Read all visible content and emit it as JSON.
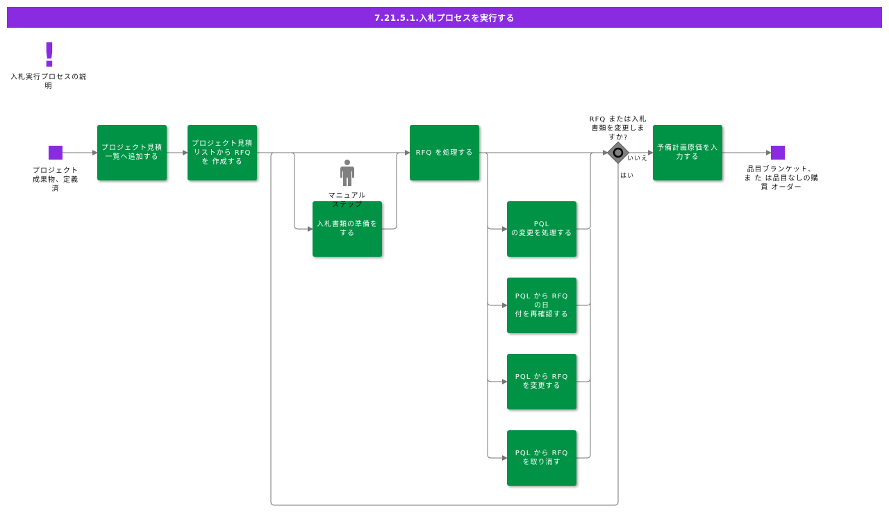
{
  "header": {
    "title": "7.21.5.1.入札プロセスを実行する"
  },
  "description": {
    "label": "入札実行プロセスの説\n明",
    "icon": "exclamation-icon"
  },
  "events": {
    "start_label": "プロジェクト\n成果物、定義\n済",
    "end_label": "品目ブランケット、\nま た は品目なしの購\n買 オーダー"
  },
  "tasks": {
    "add_to_list": "プロジェクト見積\n一覧へ追加する",
    "create_rfq": "プロジェクト見積\nリストから RFQ\nを 作成する",
    "prepare_docs": "入札書類の準備を\nする",
    "process_rfq": "RFQ を処理する",
    "process_pql_change": "PQL\nの変更を処理する",
    "reconfirm_date": "PQL から RFQ\nの日\n付を再確認する",
    "change_rfq": "PQL から RFQ\nを変更する",
    "cancel_rfq": "PQL から RFQ\nを取り消す",
    "enter_budget": "予備計画原価を入\n力する"
  },
  "manual_step": {
    "label": "マニュアル\nステップ",
    "icon": "person-icon"
  },
  "gateway": {
    "question": "RFQ または入札\n書類を変更しま\nすか?",
    "no_label": "いいえ",
    "yes_label": "はい"
  },
  "colors": {
    "accent": "#8a2be2",
    "task": "#009245",
    "connector": "#777777",
    "gateway": "#808080"
  }
}
